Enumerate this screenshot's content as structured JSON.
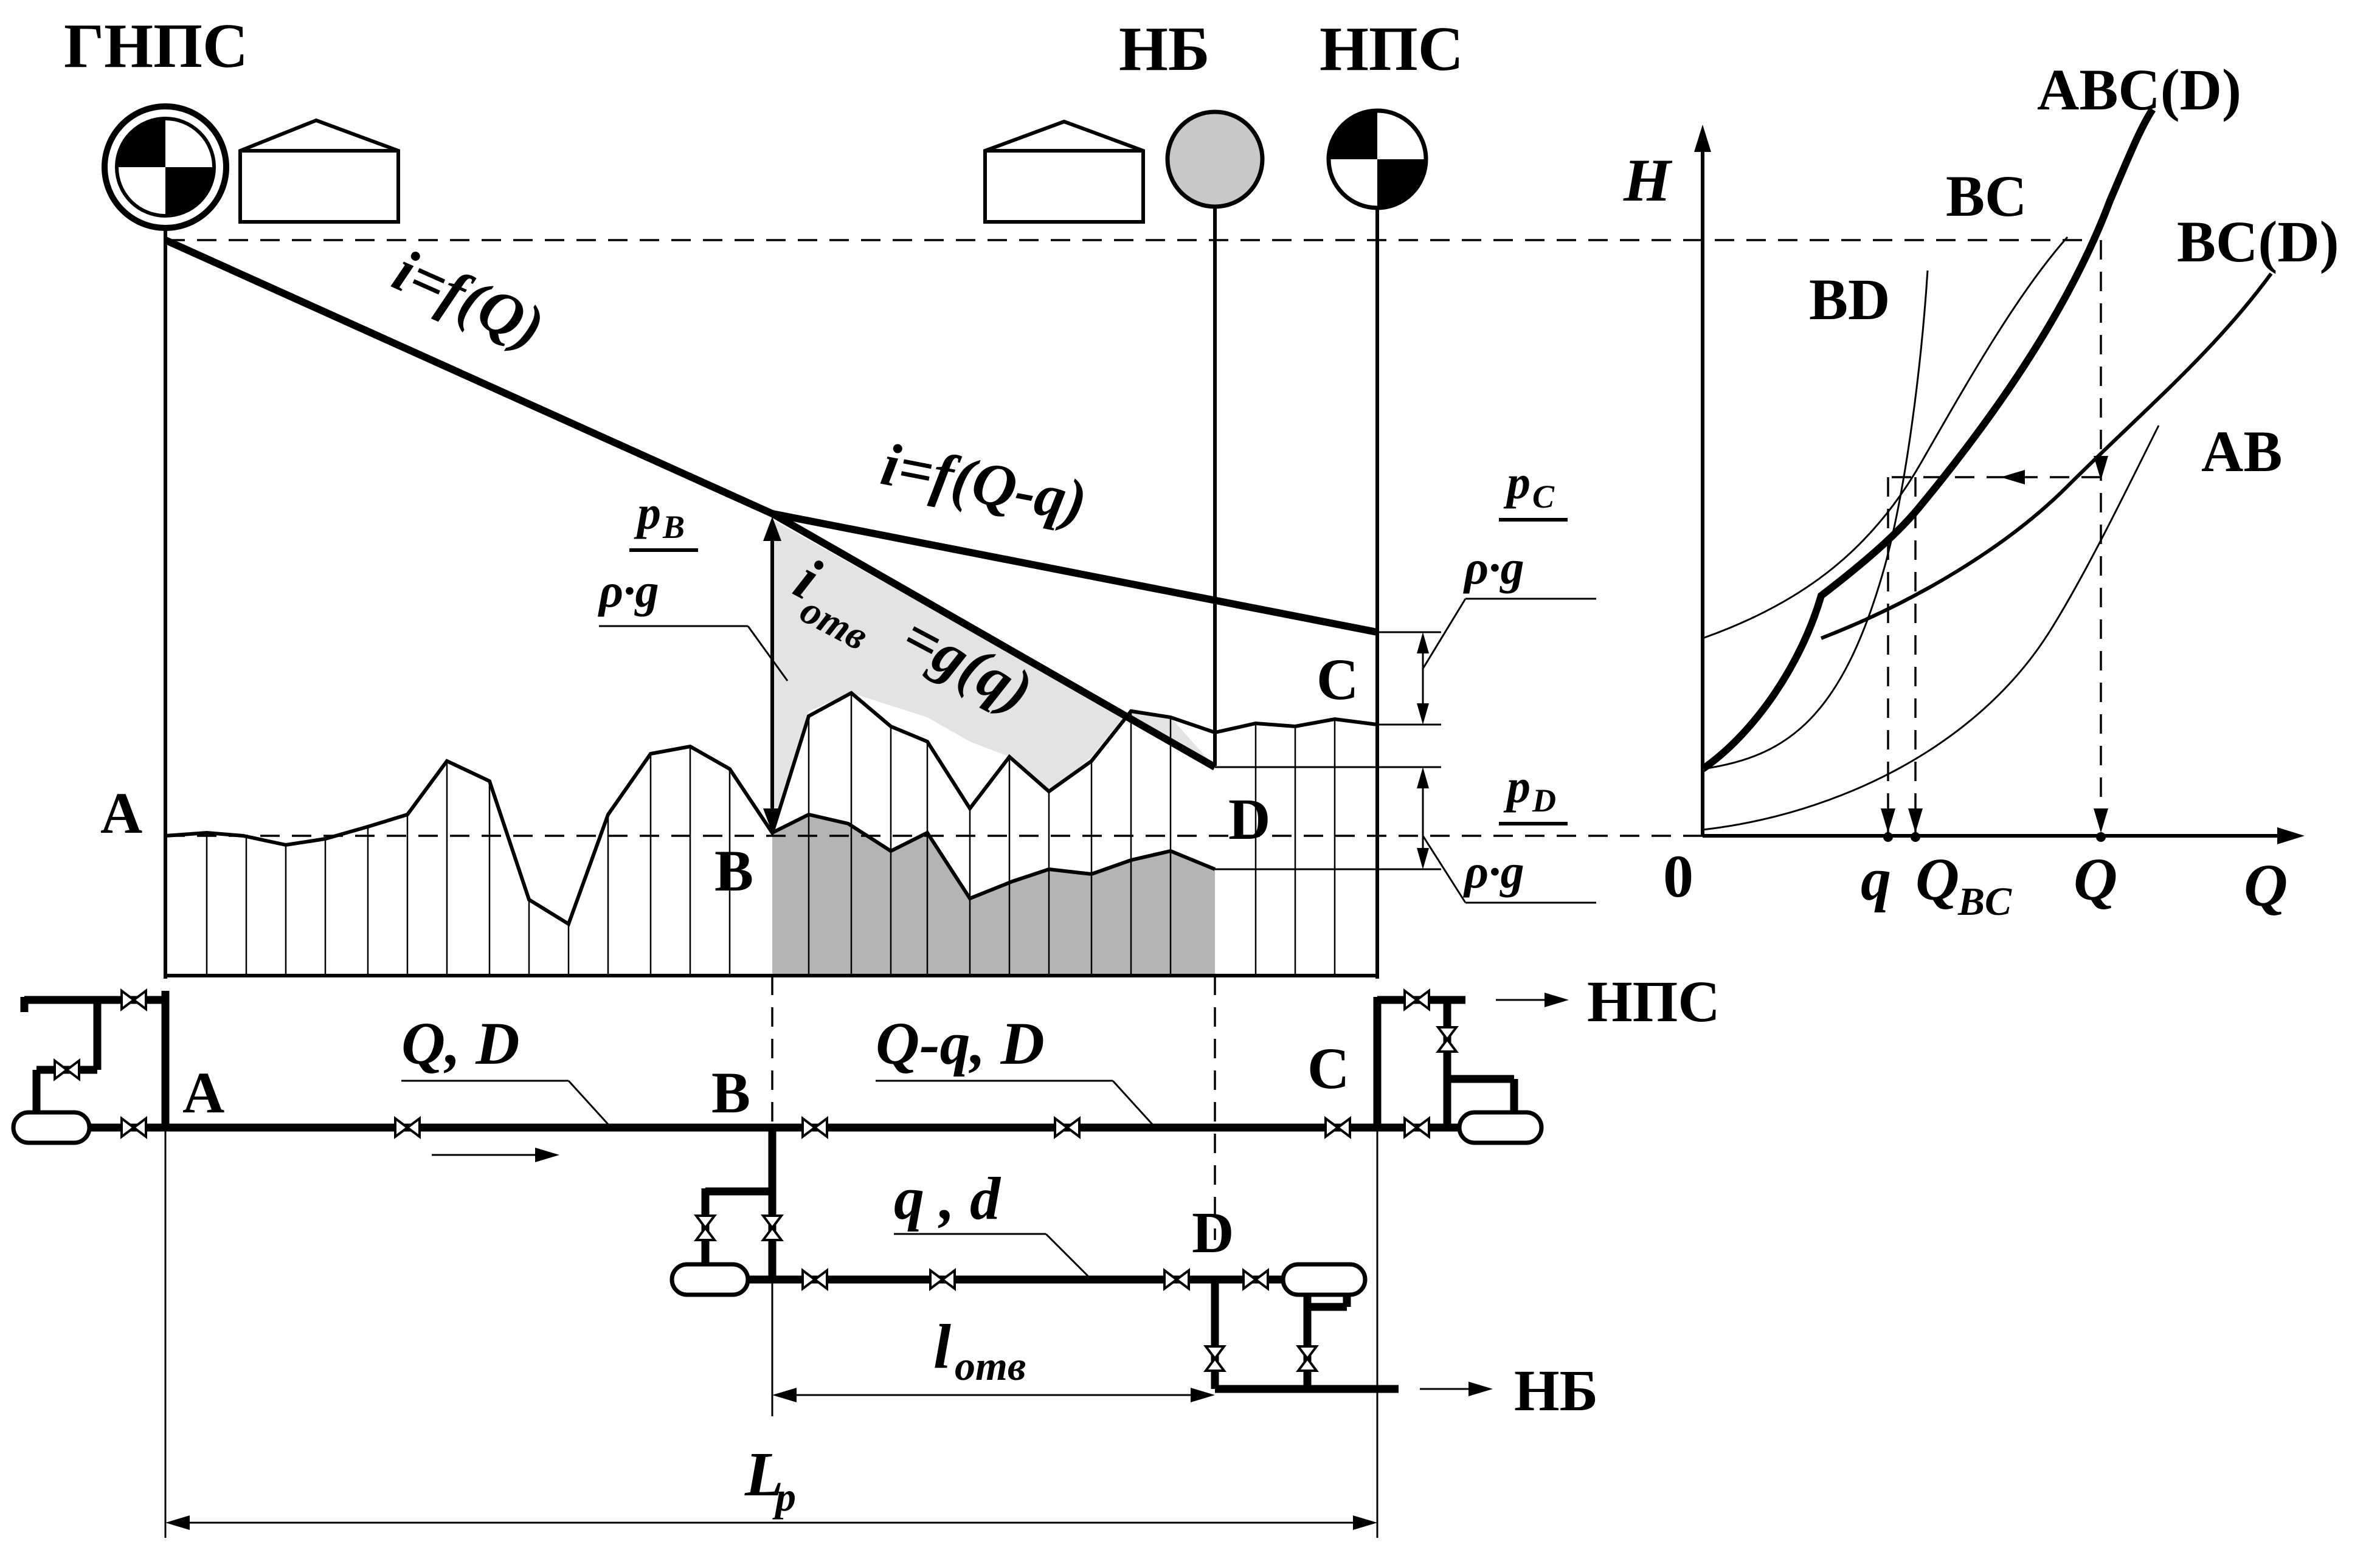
{
  "stations": {
    "main_pump": "ГНПС",
    "tank_farm": "НБ",
    "pump_station": "НПС"
  },
  "profile": {
    "grad_main": "i=f(Q)",
    "grad_rest": "i=f(Q-q)",
    "grad_branch_i": "i",
    "grad_branch_sub": "отв",
    "grad_branch_eq": "=g(q)",
    "pB_num": "p",
    "pB_sub": "B",
    "pB_den": "ρ·g",
    "pC_num": "p",
    "pC_sub": "C",
    "pC_den": "ρ·g",
    "pD_num": "p",
    "pD_sub": "D",
    "pD_den": "ρ·g",
    "pt_A": "A",
    "pt_B": "B",
    "pt_C": "C",
    "pt_D": "D"
  },
  "scheme": {
    "pt_A": "A",
    "pt_B": "B",
    "pt_C": "C",
    "pt_D": "D",
    "seg_AB": "Q, D",
    "seg_BC": "Q-q, D",
    "seg_BD": "q , d",
    "len_branch": "l",
    "len_branch_sub": "отв",
    "len_total": "L",
    "len_total_sub": "p",
    "to_nps": "НПС",
    "to_nb": "НБ"
  },
  "chart": {
    "axis_h": "H",
    "axis_q": "Q",
    "origin": "0",
    "curve_abcd": "ABC(D)",
    "curve_bc": "BC",
    "curve_bcd": "BC(D)",
    "curve_bd": "BD",
    "curve_ab": "AB",
    "tick_q_small": "q",
    "tick_qbc": "Q",
    "tick_qbc_sub": "BC",
    "tick_q": "Q"
  }
}
